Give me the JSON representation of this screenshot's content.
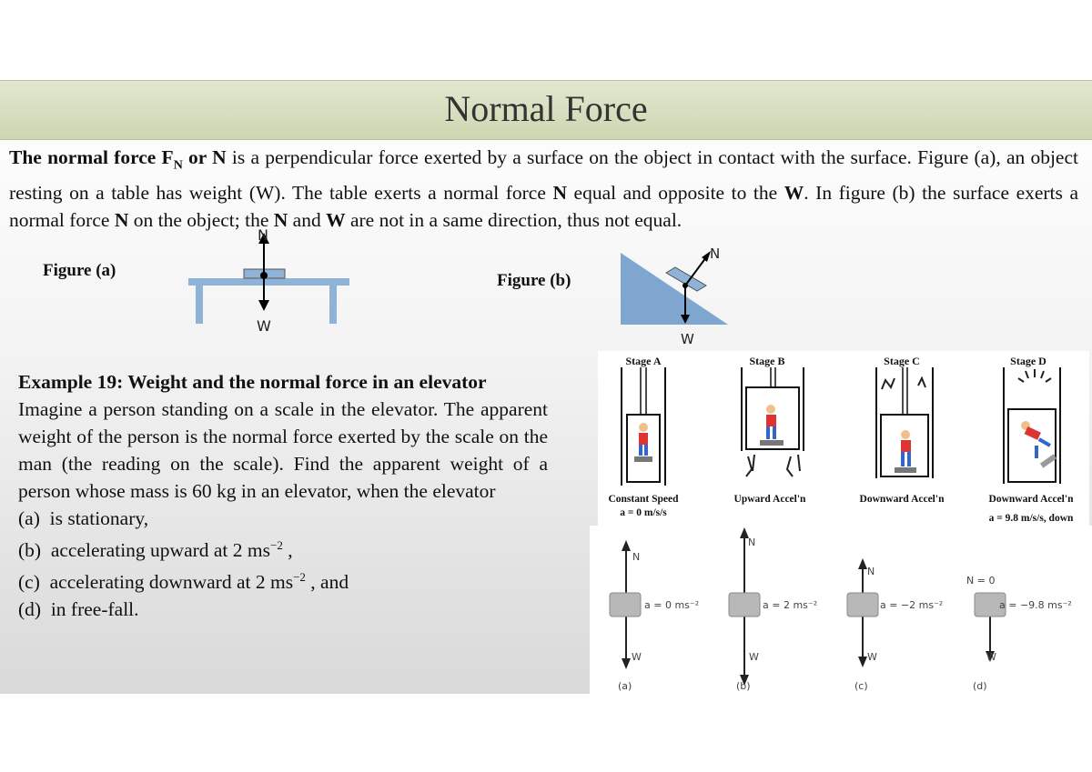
{
  "title": "Normal Force",
  "intro": {
    "p1_bold": "The normal force F",
    "p1_sub": "N",
    "p1_bold2": " or N",
    "p1_rest": " is a perpendicular force exerted by a surface on the object in contact with the surface. Figure (a), an object resting on a table has weight (W). The table exerts a normal force ",
    "p1_n": "N",
    "p1_rest2": " equal and opposite to the ",
    "p1_w": "W",
    "p1_rest3": ". In figure (b)  the surface exerts a normal force ",
    "p1_n2": "N",
    "p1_rest4": " on the object; the ",
    "p1_n3": "N",
    "p1_and": " and ",
    "p1_w2": "W",
    "p1_rest5": " are not in a same direction, thus not equal."
  },
  "figure_a": {
    "label": "Figure (a)",
    "n_label": "N",
    "w_label": "W"
  },
  "figure_b": {
    "label": "Figure (b)",
    "n_label": "N",
    "w_label": "W"
  },
  "example": {
    "title": "Example 19: Weight and the normal force in an elevator",
    "body": "Imagine a person standing on a scale in the elevator. The apparent weight of the person is the normal force exerted by the scale on the man (the reading on the scale). Find the apparent weight of a person whose mass is 60 kg in an elevator, when the elevator",
    "items": [
      {
        "marker": "(a)",
        "text": "is stationary,"
      },
      {
        "marker": "(b)",
        "text": "accelerating upward at 2 ms",
        "sup": "−2",
        "tail": " ,"
      },
      {
        "marker": "(c)",
        "text": "accelerating downward at 2 ms",
        "sup": "−2",
        "tail": " , and"
      },
      {
        "marker": "(d)",
        "text": "in free-fall."
      }
    ]
  },
  "stages": [
    {
      "title": "Stage A",
      "caption1": "Constant Speed",
      "caption2": "a = 0 m/s/s"
    },
    {
      "title": "Stage B",
      "caption1": "Upward Accel'n",
      "caption2": ""
    },
    {
      "title": "Stage C",
      "caption1": "Downward Accel'n",
      "caption2": ""
    },
    {
      "title": "Stage D",
      "caption1": "Downward Accel'n",
      "caption2": "a = 9.8 m/s/s, down"
    }
  ],
  "fbd": [
    {
      "n": "N",
      "a": "a = 0 ms⁻²",
      "w": "W",
      "cap": "(a)"
    },
    {
      "n": "N",
      "a": "a = 2 ms⁻²",
      "w": "W",
      "cap": "(b)"
    },
    {
      "n": "N",
      "a": "a = −2 ms⁻²",
      "w": "W",
      "cap": "(c)"
    },
    {
      "n": "N = 0",
      "a": "a = −9.8 ms⁻²",
      "w": "W",
      "cap": "(d)"
    }
  ],
  "colors": {
    "title_bar": "#cdd6b2",
    "table": "#8fb3d6",
    "incline": "#7ea6cf",
    "box": "#b8b8b8"
  }
}
